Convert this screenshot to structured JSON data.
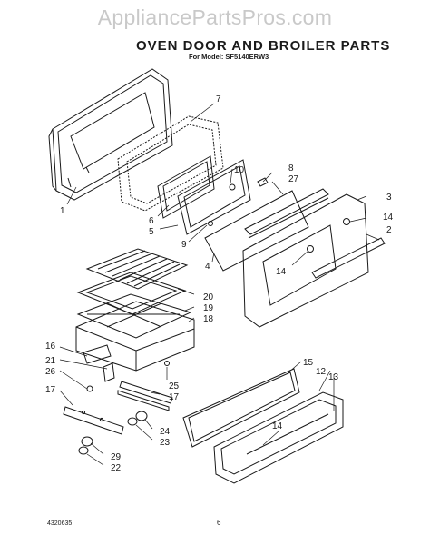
{
  "watermark": "AppliancePartsPros.com",
  "title": "OVEN DOOR AND BROILER PARTS",
  "model": "For Model: SF5140ERW3",
  "doc_number": "4320635",
  "page_number": "6",
  "callouts": [
    "1",
    "7",
    "10",
    "8",
    "27",
    "3",
    "14",
    "2",
    "6",
    "5",
    "9",
    "4",
    "14",
    "20",
    "19",
    "18",
    "16",
    "21",
    "26",
    "17",
    "25",
    "17",
    "15",
    "12",
    "13",
    "14",
    "24",
    "23",
    "29",
    "22"
  ]
}
